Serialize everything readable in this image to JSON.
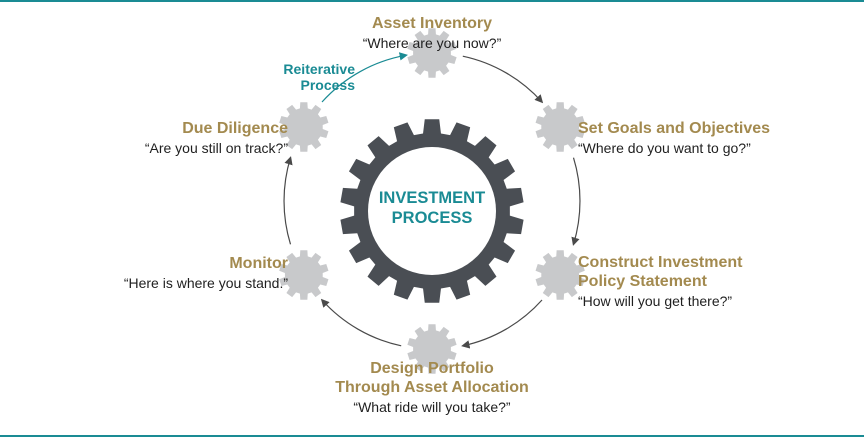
{
  "colors": {
    "accent_teal": "#1a8b94",
    "title_gold": "#a38a4f",
    "gear_dark": "#4a4e54",
    "gear_light": "#c8c9cb",
    "arrow": "#4a4a4a"
  },
  "center": {
    "line1": "INVESTMENT",
    "line2": "PROCESS"
  },
  "reiterative": {
    "line1": "Reiterative",
    "line2": "Process"
  },
  "steps": {
    "asset_inventory": {
      "title": "Asset Inventory",
      "quote": "“Where are you now?”"
    },
    "set_goals": {
      "title": "Set Goals and Objectives",
      "quote": "“Where do you want to go?”"
    },
    "construct_ips": {
      "title_line1": "Construct Investment",
      "title_line2": "Policy Statement",
      "quote": "“How will you get there?”"
    },
    "design_portfolio": {
      "title_line1": "Design Portfolio",
      "title_line2": "Through Asset Allocation",
      "quote": "“What ride will you take?”"
    },
    "monitor": {
      "title": "Monitor",
      "quote": "“Here is where you stand.”"
    },
    "due_diligence": {
      "title": "Due Diligence",
      "quote": "“Are you still on track?”"
    }
  }
}
